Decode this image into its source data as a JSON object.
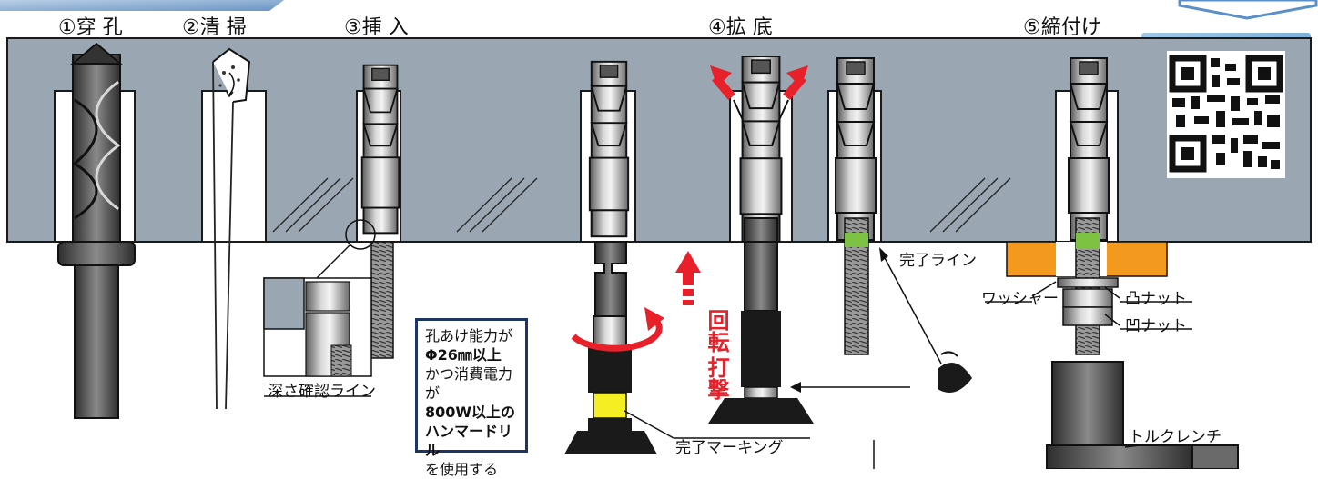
{
  "steps": {
    "s1": "①穿 孔",
    "s2": "②清 掃",
    "s3": "③挿 入",
    "s4": "④拡 底",
    "s5": "⑤締付け"
  },
  "callouts": {
    "depth_line": "深さ確認ライン",
    "complete_line": "完了ライン",
    "complete_marking": "完了マーキング",
    "washer": "ワッシャー",
    "convex_nut": "凸ナット",
    "concave_nut": "凹ナット",
    "torque_wrench": "トルクレンチ",
    "rotation": "回転",
    "impact": "打撃"
  },
  "info_box": {
    "l1": "孔あけ能力が",
    "l2": "Φ26㎜以上",
    "l3": "かつ消費電力が",
    "l4": "800W以上の",
    "l5": "ハンマードリル",
    "l6": "を使用する"
  },
  "colors": {
    "concrete": "#9aa7b2",
    "accent_red": "#e8202a",
    "orange_plate": "#f39a1e",
    "green_mark": "#7dc242",
    "yellow_mark": "#f4ee22",
    "box_border": "#1c3564"
  }
}
